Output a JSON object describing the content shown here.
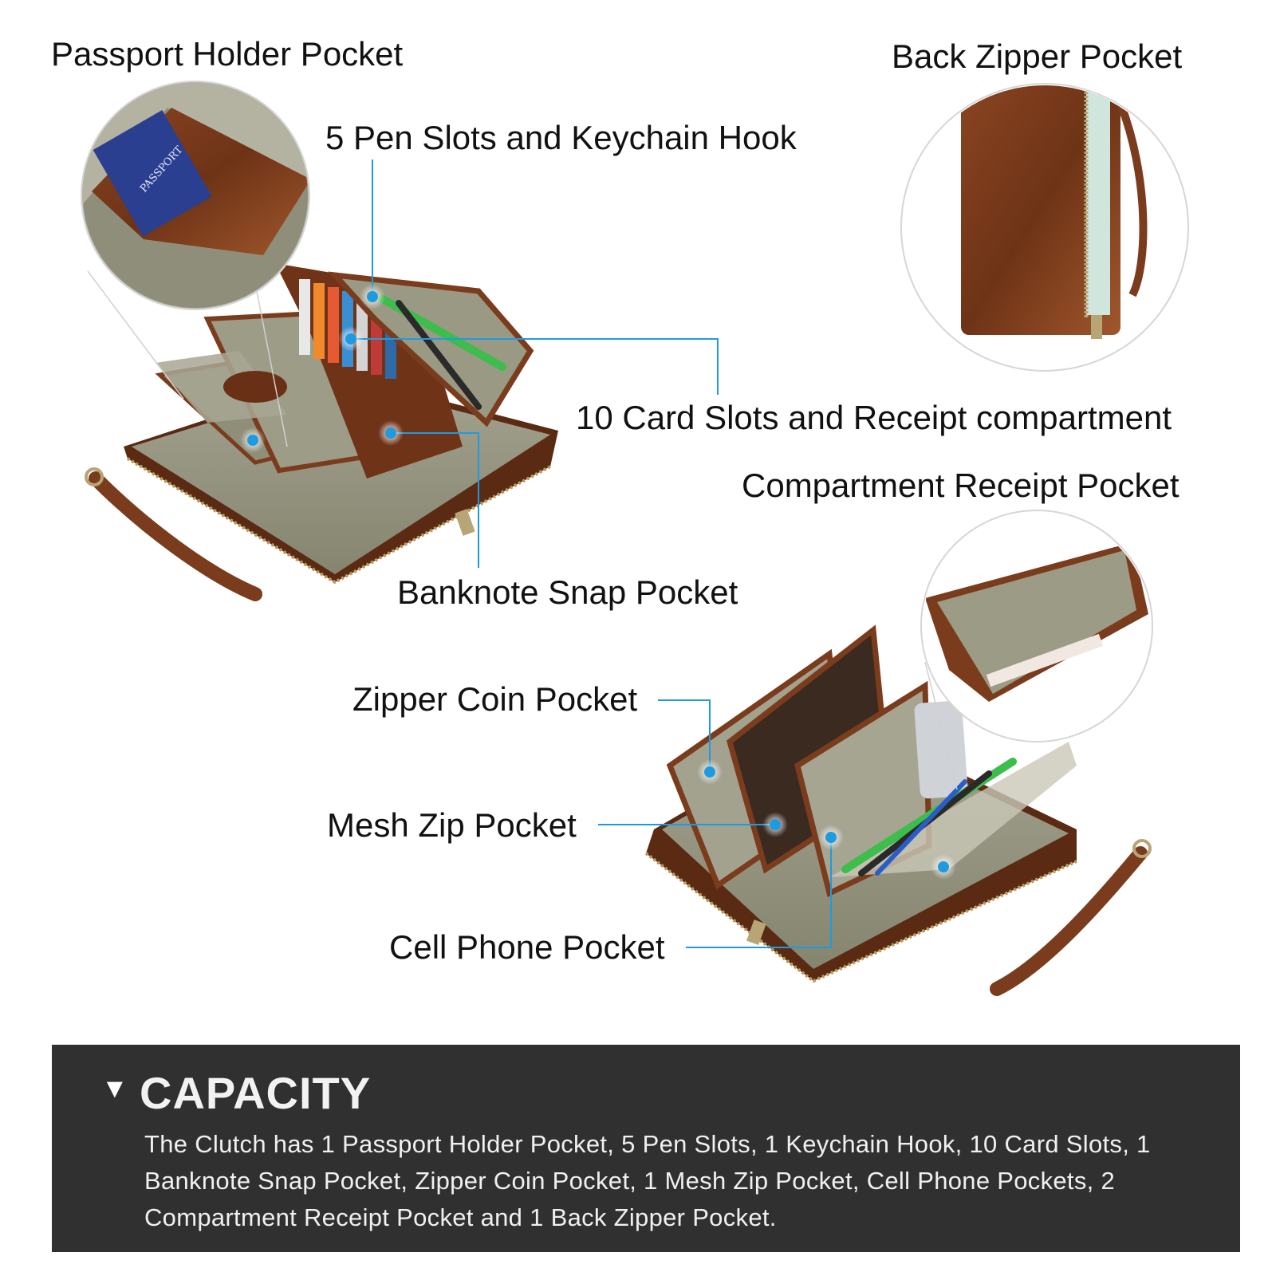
{
  "labels": {
    "passport": "Passport Holder Pocket",
    "back_zipper": "Back Zipper Pocket",
    "pen_slots": "5 Pen Slots and Keychain Hook",
    "card_slots": "10 Card Slots and Receipt compartment",
    "compartment_receipt": "Compartment Receipt Pocket",
    "banknote": "Banknote Snap Pocket",
    "zipper_coin": "Zipper Coin Pocket",
    "mesh_zip": "Mesh Zip Pocket",
    "cell_phone": "Cell Phone Pocket"
  },
  "passport_stamp": "PASSPORT",
  "capacity": {
    "title": "CAPACITY",
    "body": "The Clutch has 1 Passport Holder Pocket,  5 Pen Slots,  1 Keychain Hook,  10 Card Slots,  1 Banknote Snap Pocket,  Zipper Coin Pocket,  1 Mesh Zip Pocket,  Cell Phone Pockets,  2 Compartment Receipt Pocket and 1 Back Zipper Pocket."
  },
  "colors": {
    "leather": "#7a3c1c",
    "leather_dark": "#4e2410",
    "canvas_lining": "#9a9a86",
    "callout": "#1e9be0",
    "panel": "#303030"
  }
}
